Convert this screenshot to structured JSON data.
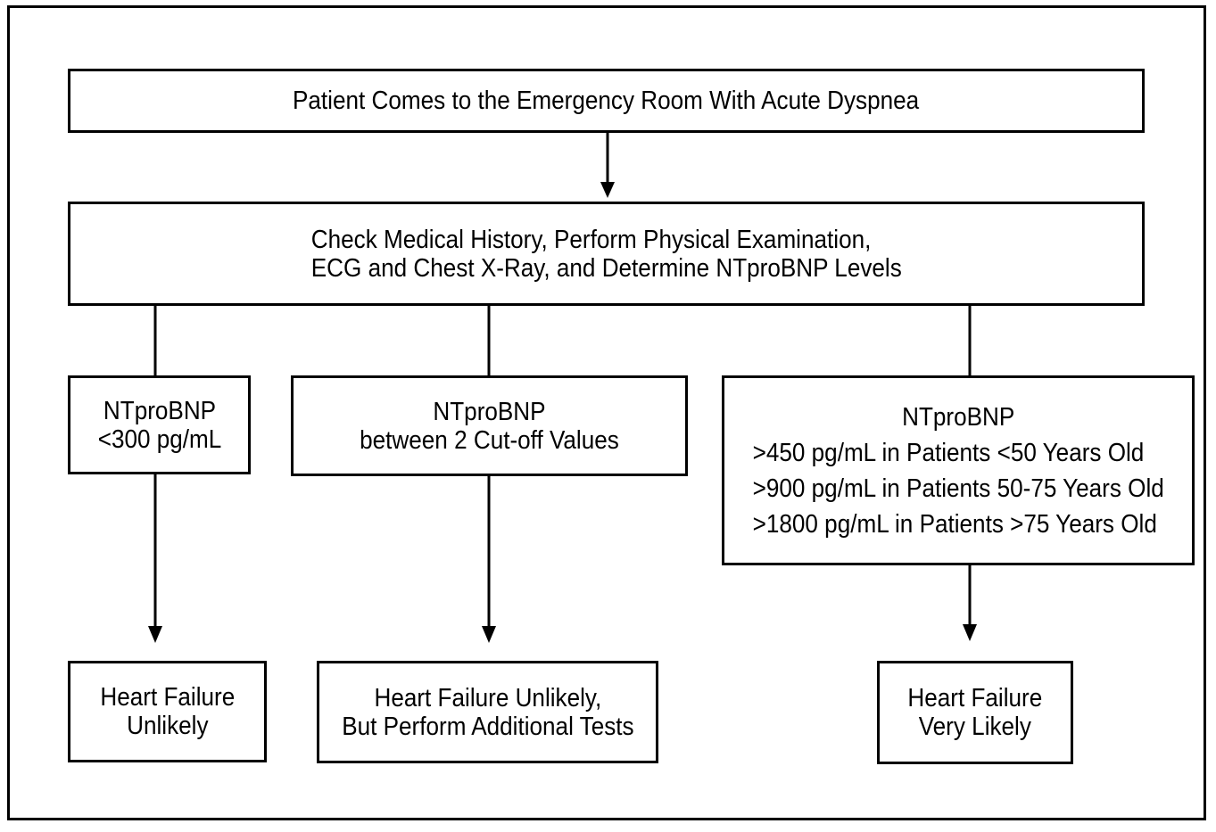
{
  "start": "Patient Comes to the Emergency Room With Acute Dyspnea",
  "workup": {
    "line1": "Check Medical History, Perform Physical Examination,",
    "line2": "ECG and Chest X-Ray, and Determine NTproBNP Levels"
  },
  "branches": {
    "low": {
      "line1": "NTproBNP",
      "line2": "<300 pg/mL"
    },
    "mid": {
      "line1": "NTproBNP",
      "line2": "between 2 Cut-off Values"
    },
    "high": {
      "line1": "NTproBNP",
      "line2": ">450 pg/mL in Patients <50 Years Old",
      "line3": ">900 pg/mL in Patients 50-75 Years Old",
      "line4": ">1800 pg/mL in Patients >75 Years Old"
    }
  },
  "outcomes": {
    "low": {
      "line1": "Heart Failure",
      "line2": "Unlikely"
    },
    "mid": {
      "line1": "Heart Failure Unlikely,",
      "line2": "But Perform Additional Tests"
    },
    "high": {
      "line1": "Heart Failure",
      "line2": "Very Likely"
    }
  }
}
